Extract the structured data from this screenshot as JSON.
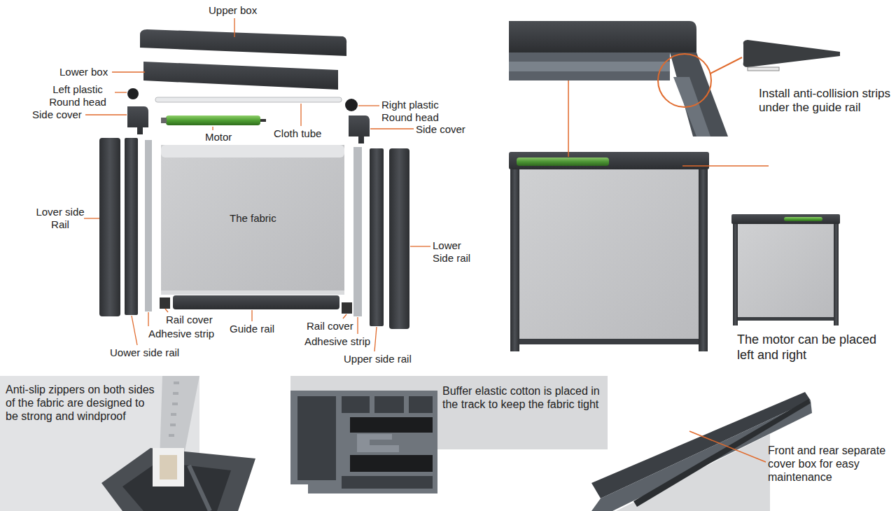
{
  "diagram": {
    "labels": [
      "Upper box",
      "Lower box",
      "Left plastic Round head",
      "Side cover",
      "Motor",
      "Cloth tube",
      "Right plastic Round head",
      "Side cover",
      "Lover side Rail",
      "The fabric",
      "Lower Side rail",
      "Rail cover",
      "Adhesive strip",
      "Guide rail",
      "Rail cover",
      "Adhesive strip",
      "Uower side rail",
      "Upper side rail",
      "Install anti-collision strips under the guide rail",
      "The motor can be placed left and right",
      "Anti-slip zippers on both sides of the fabric are designed to be strong and windproof",
      "Buffer elastic cotton is placed in the track to keep the fabric tight",
      "Front and rear separate cover box for easy maintenance"
    ]
  }
}
